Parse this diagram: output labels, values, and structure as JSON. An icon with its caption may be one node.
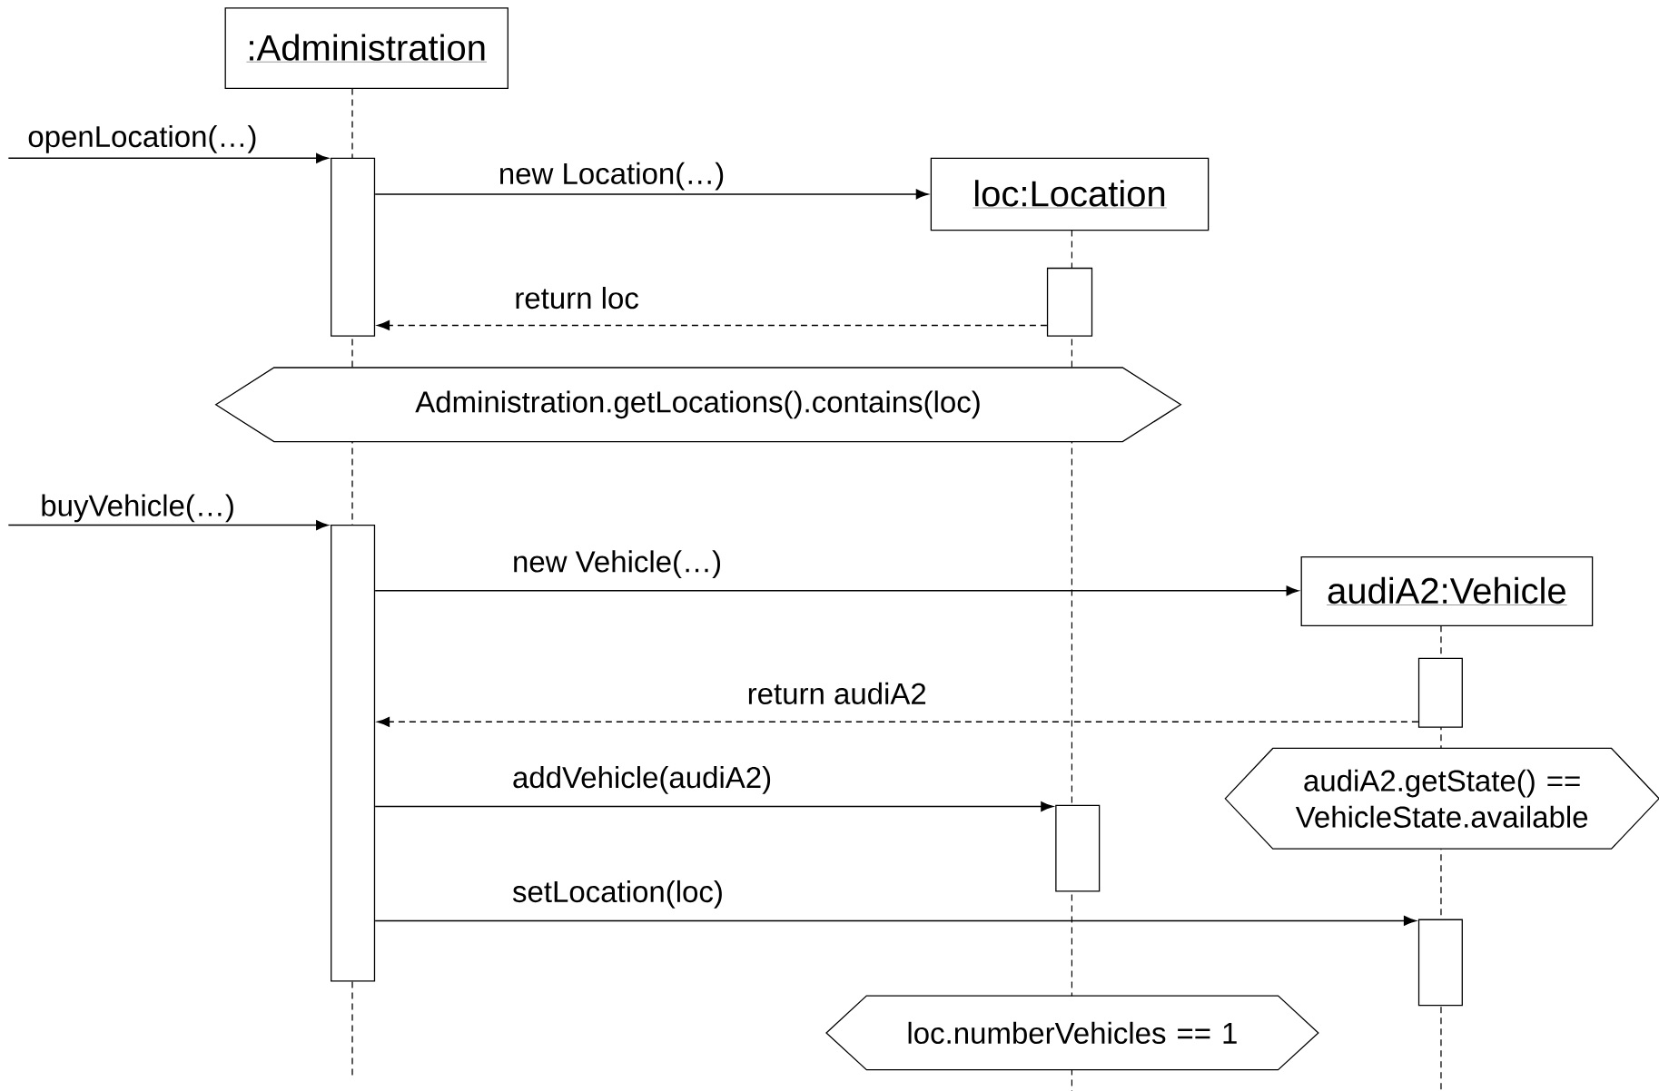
{
  "diagram": {
    "nodes": [
      {
        "text": [
          ":Administration"
        ]
      },
      {
        "text": [
          "loc:Location"
        ]
      },
      {
        "text": [
          "audiA2:Vehicle"
        ]
      },
      {
        "text": [],
        "shape": "bar"
      },
      {
        "text": [],
        "shape": "bar"
      },
      {
        "text": [],
        "shape": "bar"
      },
      {
        "text": [],
        "shape": "bar"
      },
      {
        "text": [],
        "shape": "bar"
      },
      {
        "text": [],
        "shape": "bar"
      },
      {
        "text": [
          "Administration.getLocations().contains(loc)"
        ]
      },
      {
        "text": [
          "audiA2.getState() == VehicleState.available"
        ]
      },
      {
        "text": [
          "loc.numberVehicles == 1"
        ]
      }
    ],
    "edges": [
      {
        "from": null,
        "to": 3,
        "arrow": "to",
        "label": "openLocation(…)"
      },
      {
        "from": 3,
        "to": 1,
        "arrow": "to",
        "label": "new Location(…)"
      },
      {
        "from": 4,
        "to": 3,
        "arrow": "to",
        "label": "return loc",
        "style": "dashed"
      },
      {
        "from": null,
        "to": 5,
        "arrow": "to",
        "label": "buyVehicle(…)"
      },
      {
        "from": 5,
        "to": 2,
        "arrow": "to",
        "label": "new Vehicle(…)"
      },
      {
        "from": 6,
        "to": 5,
        "arrow": "to",
        "label": "return audiA2",
        "style": "dashed"
      },
      {
        "from": 5,
        "to": 7,
        "arrow": "to",
        "label": "addVehicle(audiA2)"
      },
      {
        "from": 5,
        "to": 8,
        "arrow": "to",
        "label": "setLocation(loc)"
      }
    ]
  }
}
